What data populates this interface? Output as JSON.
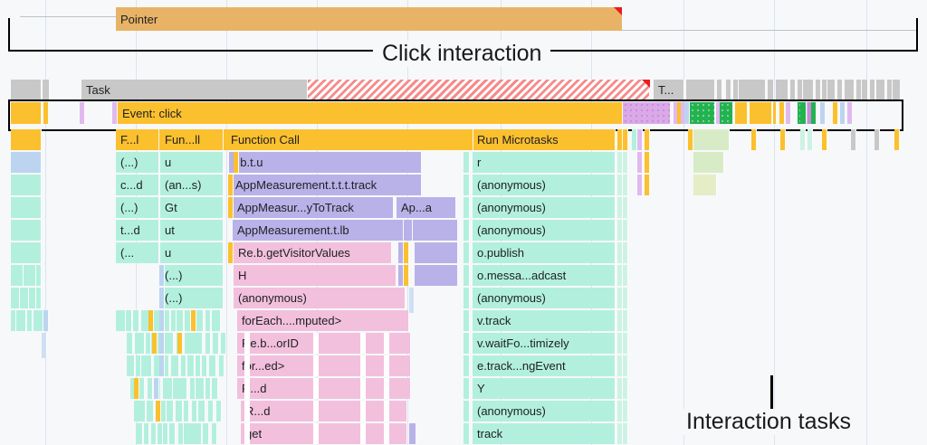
{
  "annotations": {
    "click_interaction": "Click interaction",
    "interaction_tasks": "Interaction tasks"
  },
  "ruler": {
    "pointer_track_label": "Pointer"
  },
  "tracks": {
    "task_label": "Task",
    "task_label_2": "T...",
    "event_label": "Event: click"
  },
  "colors": {
    "pointer": "#e8b366",
    "task_gray": "#c8c8c8",
    "event_yellow": "#fbc02d",
    "js_purple": "#b8b2e8",
    "js_pink": "#f2c0dc",
    "js_teal": "#b2f0dd",
    "gc_green": "#24b251",
    "paint_purple": "#d9a9e8",
    "red_warning": "#ea1b1b",
    "grid": "#dbe4f0",
    "background": "#f7f8fa"
  },
  "flame": {
    "col_a": [
      {
        "row": 0,
        "label": "F...l"
      },
      {
        "row": 1,
        "label": "(...)"
      },
      {
        "row": 2,
        "label": "c...d"
      },
      {
        "row": 3,
        "label": "(...)"
      },
      {
        "row": 4,
        "label": "t...d"
      },
      {
        "row": 5,
        "label": "(..."
      }
    ],
    "col_b": [
      {
        "row": 0,
        "label": "Fun...ll"
      },
      {
        "row": 1,
        "label": "u"
      },
      {
        "row": 2,
        "label": "(an...s)"
      },
      {
        "row": 3,
        "label": "Gt"
      },
      {
        "row": 4,
        "label": "ut"
      },
      {
        "row": 5,
        "label": "u"
      },
      {
        "row": 6,
        "label": "(...)"
      },
      {
        "row": 7,
        "label": "(...)"
      }
    ],
    "col_main": [
      {
        "row": 0,
        "label": "Function Call",
        "color": "#fbc02d"
      },
      {
        "row": 1,
        "label": "t.b.t.u",
        "color": "#b8b2e8"
      },
      {
        "row": 2,
        "label": "AppMeasurement.t.t.t.track",
        "color": "#b8b2e8"
      },
      {
        "row": 3,
        "label": "AppMeasur...yToTrack",
        "color": "#b8b2e8"
      },
      {
        "row": 3,
        "label": "Ap...a",
        "color": "#b8b2e8"
      },
      {
        "row": 4,
        "label": "AppMeasurement.t.lb",
        "color": "#b8b2e8"
      },
      {
        "row": 5,
        "label": "Re.b.getVisitorValues",
        "color": "#f2c0dc"
      },
      {
        "row": 6,
        "label": "H",
        "color": "#f2c0dc"
      },
      {
        "row": 7,
        "label": "(anonymous)",
        "color": "#f2c0dc"
      },
      {
        "row": 8,
        "label": "forEach....mputed>",
        "color": "#f2c0dc"
      },
      {
        "row": 9,
        "label": "Re.b...orID",
        "color": "#f2c0dc"
      },
      {
        "row": 10,
        "label": "for...ed>",
        "color": "#f2c0dc"
      },
      {
        "row": 11,
        "label": "R...d",
        "color": "#f2c0dc"
      },
      {
        "row": 12,
        "label": "R...d",
        "color": "#f2c0dc"
      },
      {
        "row": 13,
        "label": "get",
        "color": "#f2c0dc"
      }
    ],
    "col_right": [
      {
        "row": 0,
        "label": "Run Microtasks",
        "color": "#fbc02d"
      },
      {
        "row": 1,
        "label": "r",
        "color": "#b2f0dd"
      },
      {
        "row": 2,
        "label": "(anonymous)",
        "color": "#b2f0dd"
      },
      {
        "row": 3,
        "label": "(anonymous)",
        "color": "#b2f0dd"
      },
      {
        "row": 4,
        "label": "(anonymous)",
        "color": "#b2f0dd"
      },
      {
        "row": 5,
        "label": "o.publish",
        "color": "#b2f0dd"
      },
      {
        "row": 6,
        "label": "o.messa...adcast",
        "color": "#b2f0dd"
      },
      {
        "row": 7,
        "label": "(anonymous)",
        "color": "#b2f0dd"
      },
      {
        "row": 8,
        "label": "v.track",
        "color": "#b2f0dd"
      },
      {
        "row": 9,
        "label": "v.waitFo...timizely",
        "color": "#b2f0dd"
      },
      {
        "row": 10,
        "label": "e.track...ngEvent",
        "color": "#b2f0dd"
      },
      {
        "row": 11,
        "label": "Y",
        "color": "#b2f0dd"
      },
      {
        "row": 12,
        "label": "(anonymous)",
        "color": "#b2f0dd"
      },
      {
        "row": 13,
        "label": "track",
        "color": "#b2f0dd"
      }
    ]
  }
}
